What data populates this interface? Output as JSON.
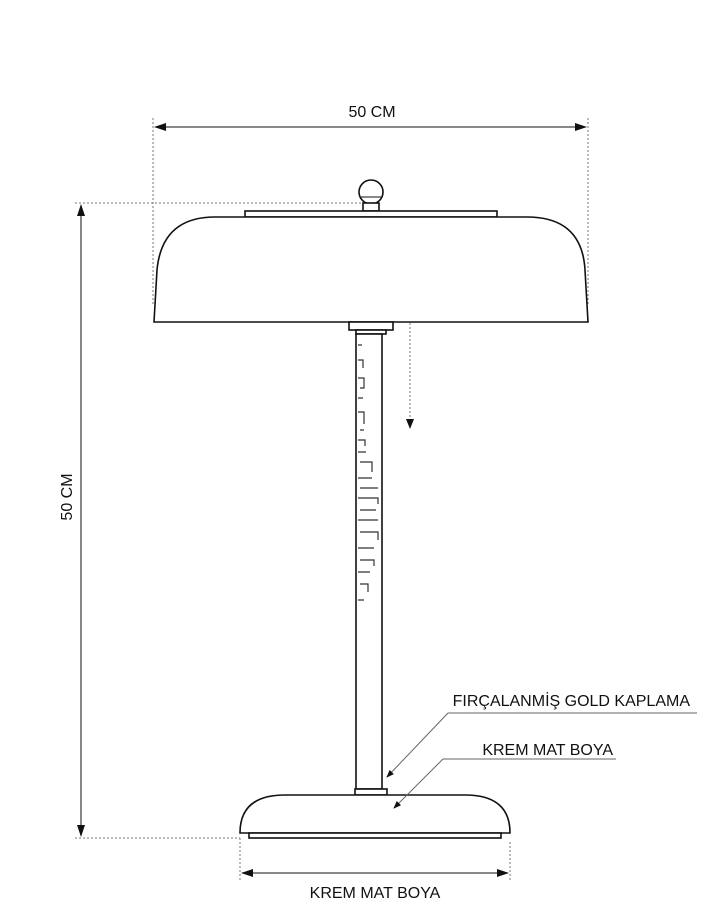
{
  "dimensions": {
    "width_label": "50 CM",
    "height_label": "50 CM",
    "base_label": "KREM MAT BOYA"
  },
  "callouts": [
    {
      "label": "FIRÇALANMİŞ GOLD KAPLAMA",
      "target": "pole"
    },
    {
      "label": "KREM MAT BOYA",
      "target": "base"
    }
  ],
  "colors": {
    "line": "#111111",
    "background": "#ffffff"
  }
}
